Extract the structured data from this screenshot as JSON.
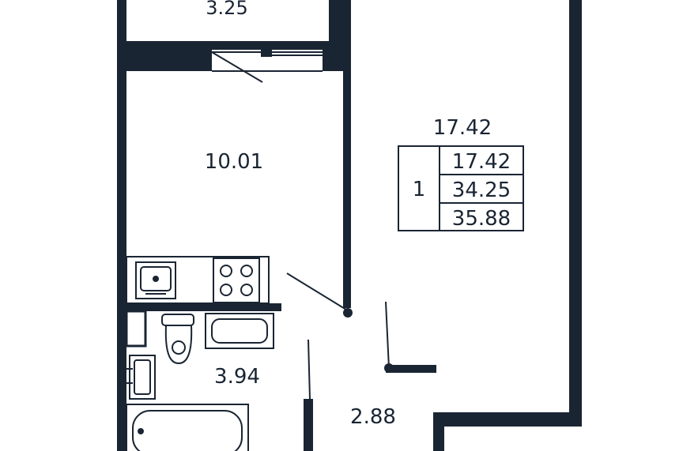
{
  "colors": {
    "wall": "#1a2533",
    "line": "#1a2533",
    "background": "#ffffff"
  },
  "rooms": {
    "balcony_area": "3.25",
    "kitchen_area": "10.01",
    "living_area": "17.42",
    "bathroom_area": "3.94",
    "hall_area": "2.88"
  },
  "summary": {
    "rooms_count": "1",
    "living_area": "17.42",
    "total_area": "34.25",
    "total_with_balcony": "35.88"
  },
  "fixtures": [
    "sink-icon",
    "stove-icon",
    "toilet-icon",
    "washbasin-icon",
    "bathtub-icon",
    "washer-icon"
  ]
}
